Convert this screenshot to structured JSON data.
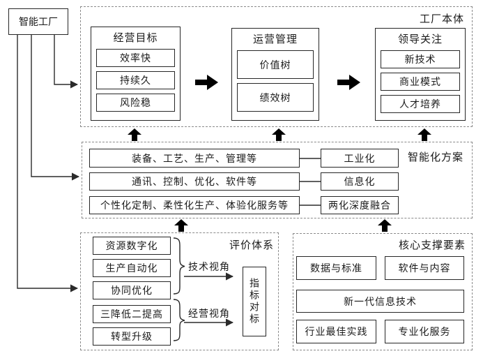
{
  "root_box": "智能工厂",
  "top_section": {
    "label": "工厂本体",
    "groups": [
      {
        "title": "经营目标",
        "items": [
          "效率快",
          "持续久",
          "风险稳"
        ]
      },
      {
        "title": "运营管理",
        "items": [
          "价值树",
          "绩效树"
        ]
      },
      {
        "title": "领导关注",
        "items": [
          "新技术",
          "商业模式",
          "人才培养"
        ]
      }
    ]
  },
  "middle_section": {
    "label": "智能化方案",
    "rows": [
      {
        "left": "装备、工艺、生产、管理等",
        "right": "工业化"
      },
      {
        "left": "通讯、控制、优化、软件等",
        "right": "信息化"
      },
      {
        "left": "个性化定制、柔性化生产、体验化服务等",
        "right": "两化深度融合"
      }
    ]
  },
  "bottom_left_section": {
    "label": "评价体系",
    "tech_items": [
      "资源数字化",
      "生产自动化",
      "协同优化"
    ],
    "biz_items": [
      "三降低二提高",
      "转型升级"
    ],
    "tech_view_label": "技术视角",
    "biz_view_label": "经营视角",
    "benchmark_box": "指标对标"
  },
  "bottom_right_section": {
    "label": "核心支撑要素",
    "items_row1": [
      "数据与标准",
      "软件与内容"
    ],
    "item_row2": "新一代信息技术",
    "items_row3": [
      "行业最佳实践",
      "专业化服务"
    ]
  },
  "colors": {
    "line": "#2b2b2b",
    "box_border": "#262626",
    "dashed_border": "#8a8a8a",
    "thick_arrow": "#000000",
    "background": "#ffffff",
    "text": "#1a1a1a"
  }
}
